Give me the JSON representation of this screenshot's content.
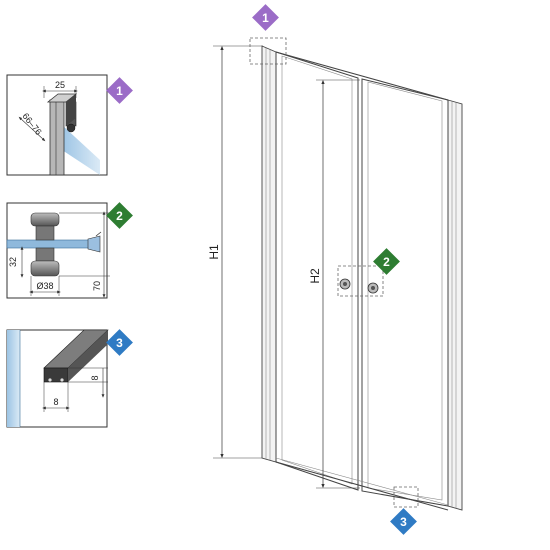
{
  "colors": {
    "badge1": "#9b6cc7",
    "badge2": "#2e7d32",
    "badge3": "#2f7bc4",
    "frame": "#444444",
    "glass": "#bcd8ee",
    "profile": "#8a8a8a"
  },
  "detail1": {
    "badge": "1",
    "width_label": "25",
    "range_label": "66–76"
  },
  "detail2": {
    "badge": "2",
    "height_label": "32",
    "diameter_label": "Ø38",
    "depth_label": "70"
  },
  "detail3": {
    "badge": "3",
    "height_label": "8",
    "width_label": "8"
  },
  "main": {
    "h1_label": "H1",
    "h2_label": "H2",
    "callout1": "1",
    "callout2": "2",
    "callout3": "3"
  }
}
